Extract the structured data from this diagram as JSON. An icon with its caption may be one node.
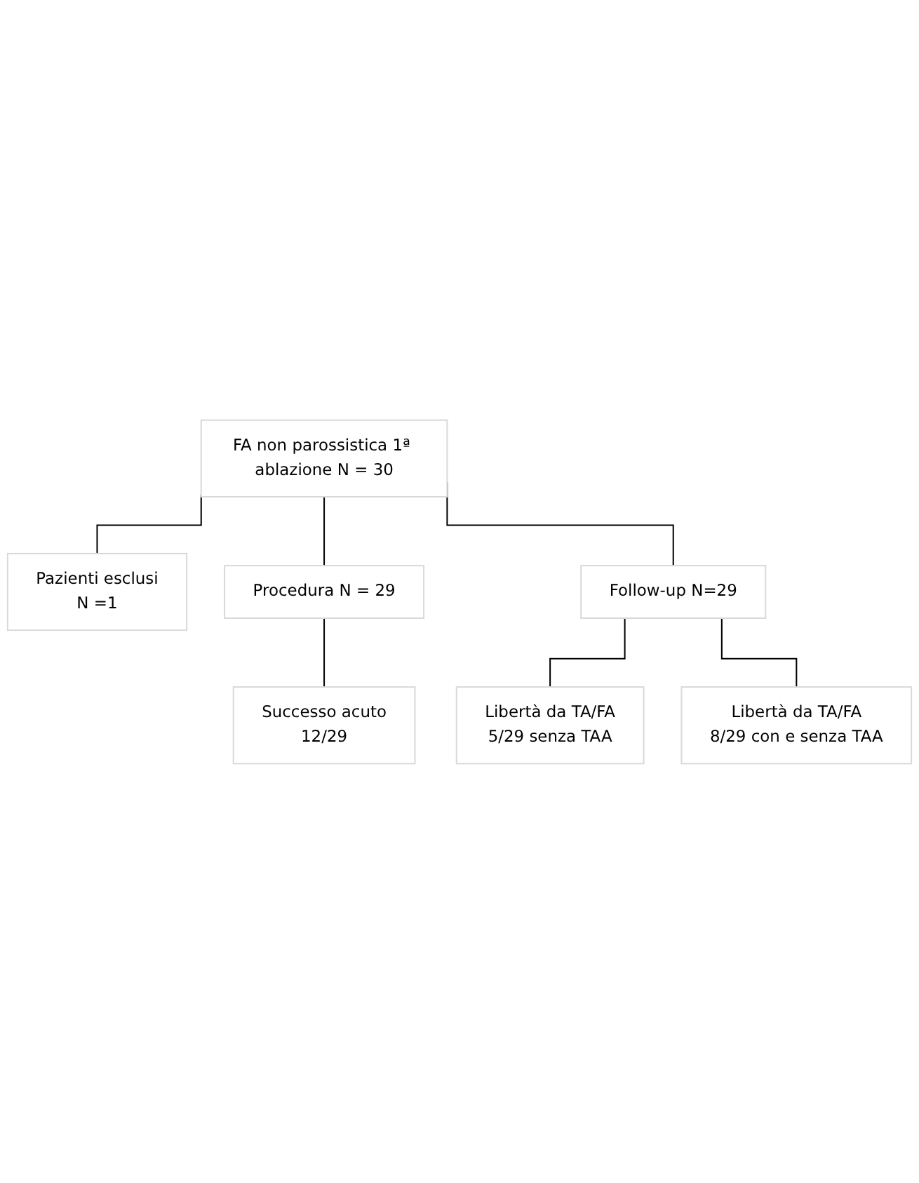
{
  "diagram": {
    "nodes": [
      {
        "text": [
          "FA non parossistica 1ª ablazione N = 30"
        ]
      },
      {
        "text": [
          "Pazienti esclusi",
          "N =1"
        ]
      },
      {
        "text": [
          "Procedura N = 29"
        ]
      },
      {
        "text": [
          "Follow-up N=29"
        ]
      },
      {
        "text": [
          "Successo acuto",
          "12/29"
        ]
      },
      {
        "text": [
          "Libertà da TA/FA",
          "5/29 senza TAA"
        ]
      },
      {
        "text": [
          "Libertà da TA/FA",
          "8/29 con e senza TAA"
        ]
      }
    ],
    "edges": [
      {
        "from": 0,
        "to": 1,
        "arrow": "none"
      },
      {
        "from": 0,
        "to": 2,
        "arrow": "none"
      },
      {
        "from": 0,
        "to": 3,
        "arrow": "none"
      },
      {
        "from": 2,
        "to": 4,
        "arrow": "none"
      },
      {
        "from": 3,
        "to": 5,
        "arrow": "none"
      },
      {
        "from": 3,
        "to": 6,
        "arrow": "none"
      }
    ]
  }
}
